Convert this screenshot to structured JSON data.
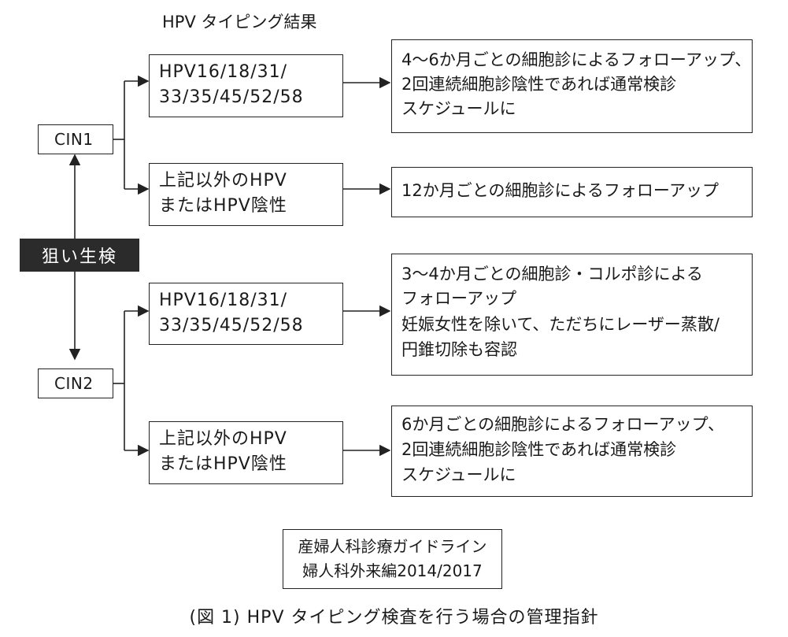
{
  "header": {
    "label": "HPV タイピング結果"
  },
  "biopsy": {
    "label": "狙い生検"
  },
  "cin1": {
    "label": "CIN1",
    "branch_high": {
      "line1": "HPV16/18/31/",
      "line2": "33/35/45/52/58"
    },
    "branch_other": {
      "line1": "上記以外のHPV",
      "line2": "またはHPV陰性"
    },
    "result_high": {
      "line1": "4〜6か月ごとの細胞診によるフォローアップ、",
      "line2": "2回連続細胞診陰性であれば通常検診",
      "line3": "スケジュールに"
    },
    "result_other": {
      "line1": "12か月ごとの細胞診によるフォローアップ"
    }
  },
  "cin2": {
    "label": "CIN2",
    "branch_high": {
      "line1": "HPV16/18/31/",
      "line2": "33/35/45/52/58"
    },
    "branch_other": {
      "line1": "上記以外のHPV",
      "line2": "またはHPV陰性"
    },
    "result_high": {
      "line1": "3〜4か月ごとの細胞診・コルポ診による",
      "line2": "フォローアップ",
      "line3": "妊娠女性を除いて、ただちにレーザー蒸散/",
      "line4": "円錐切除も容認"
    },
    "result_other": {
      "line1": "6か月ごとの細胞診によるフォローアップ、",
      "line2": "2回連続細胞診陰性であれば通常検診",
      "line3": "スケジュールに"
    }
  },
  "source": {
    "line1": "産婦人科診療ガイドライン",
    "line2": "婦人科外来編2014/2017"
  },
  "caption": {
    "label": "(図 1)  HPV タイピング検査を行う場合の管理指針"
  },
  "colors": {
    "line": "#222222",
    "biopsy_bg": "#2b2b2b",
    "biopsy_text": "#ffffff"
  }
}
